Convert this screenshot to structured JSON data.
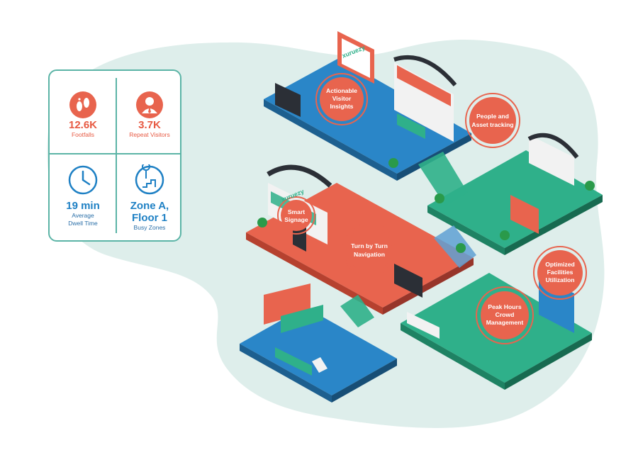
{
  "stats": {
    "footfalls": {
      "value": "12.6K",
      "label": "Footfalls",
      "icon": "footprints-icon"
    },
    "repeat_visitors": {
      "value": "3.7K",
      "label": "Repeat Visitors",
      "icon": "person-icon"
    },
    "dwell_time": {
      "value": "19 min",
      "label_line1": "Average",
      "label_line2": "Dwell Time",
      "icon": "clock-icon"
    },
    "busy_zones": {
      "value_line1": "Zone A,",
      "value_line2": "Floor 1",
      "label": "Busy Zones",
      "icon": "location-stairs-icon"
    }
  },
  "callouts": {
    "visitor_insights": [
      "Actionable",
      "Visitor",
      "Insights"
    ],
    "asset_tracking": [
      "People and",
      "Asset tracking"
    ],
    "smart_signage": [
      "Smart",
      "Signage"
    ],
    "navigation": [
      "Turn by Turn",
      "Navigation"
    ],
    "facilities": [
      "Optimized",
      "Facilities",
      "Utilization"
    ],
    "crowd": [
      "Peak Hours",
      "Crowd",
      "Management"
    ]
  },
  "brand_sign": "xuruezy",
  "colors": {
    "accent_red": "#e75a43",
    "accent_blue": "#1e80c4",
    "teal": "#2fb08a",
    "floor_blue": "#2a86c8",
    "floor_red": "#e8644e",
    "background_blob": "#deeeeb"
  }
}
